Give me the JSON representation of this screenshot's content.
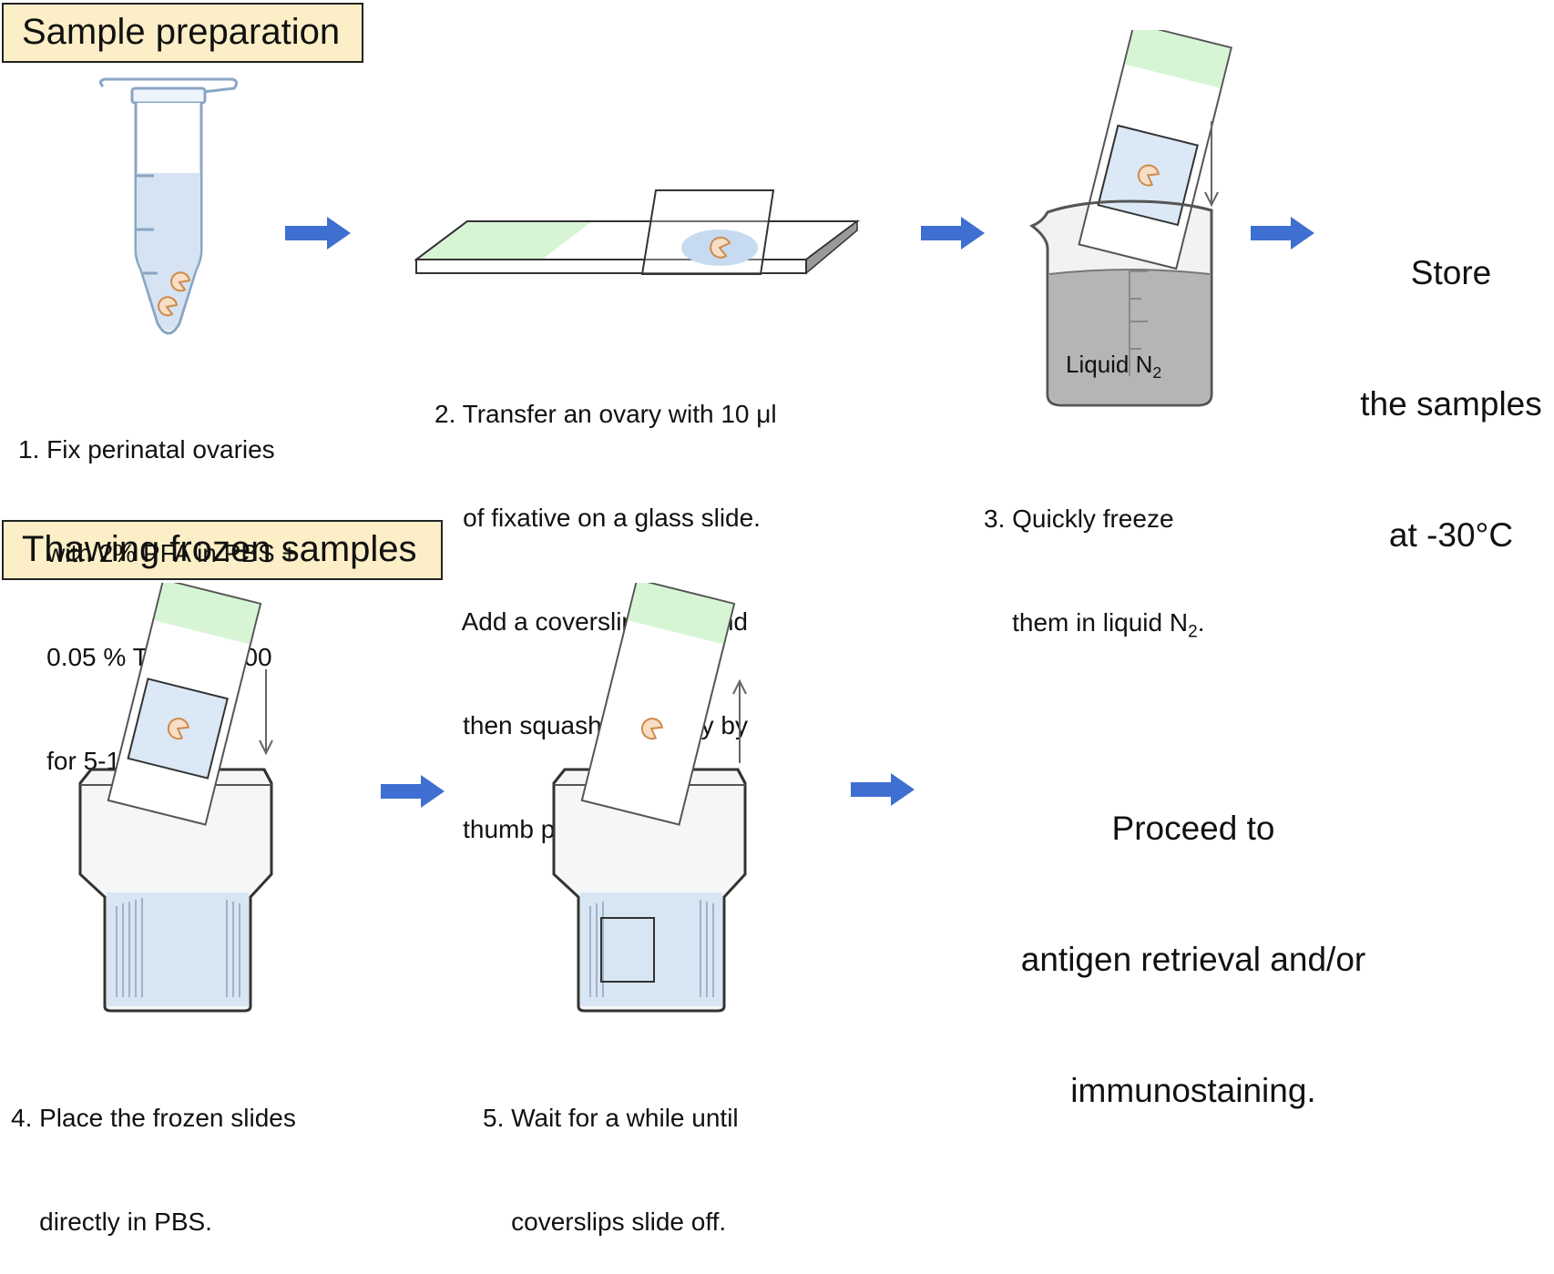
{
  "sections": {
    "preparation": {
      "title": "Sample preparation"
    },
    "thawing": {
      "title": "Thawing frozen samples"
    }
  },
  "steps": {
    "step1": {
      "lines": [
        "1. Fix perinatal ovaries",
        "    with 2% PFA in PBS +",
        "    0.05 % Triton X-100",
        "    for 5-10 min."
      ]
    },
    "step2": {
      "lines": [
        "2. Transfer an ovary with 10 μl",
        "    of fixative on a glass slide.",
        "    Add a coverslip on it, and",
        "    then squash the ovary by",
        "    thumb pushing."
      ]
    },
    "step3": {
      "line1": "3. Quickly freeze",
      "line2_prefix": "    them in liquid N",
      "line2_sub": "2",
      "line2_suffix": "."
    },
    "step4": {
      "lines": [
        "4. Place the frozen slides",
        "    directly in PBS."
      ]
    },
    "step5": {
      "lines": [
        "5. Wait for a while until",
        "    coverslips slide off."
      ]
    }
  },
  "beaker_label": {
    "text": "Liquid N",
    "sub": "2"
  },
  "store_text": {
    "lines": [
      "Store",
      "the samples",
      "at -30°C"
    ]
  },
  "proceed_text": {
    "lines": [
      "Proceed to",
      "antigen retrieval and/or",
      "immunostaining."
    ]
  },
  "colors": {
    "arrow_blue": "#3f6fd1",
    "label_green": "#d7f5d5",
    "header_fill": "#fcefc7",
    "ovary": "#f6dfc6",
    "liquid_blue": "#d5e3f2",
    "nitrogen_gray": "#b5b5b5"
  },
  "icons": [
    "process-arrow-icon",
    "tube-icon",
    "glass-slide-icon",
    "beaker-icon",
    "staining-jar-icon",
    "down-arrow-icon",
    "up-arrow-icon"
  ]
}
